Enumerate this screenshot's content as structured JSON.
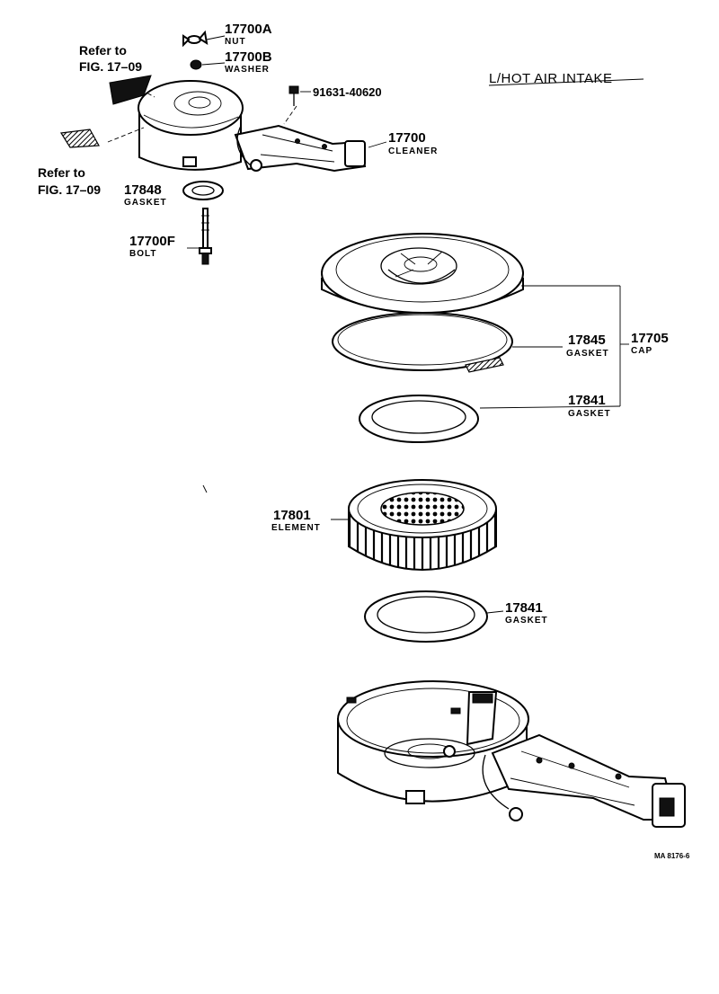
{
  "title": "L/HOT AIR INTAKE",
  "footer_code": "MA 8176-6",
  "refs": {
    "ref1_line1": "Refer to",
    "ref1_line2": "FIG. 17–09",
    "ref2_line1": "Refer to",
    "ref2_line2": "FIG. 17–09"
  },
  "parts": {
    "nut": {
      "number": "17700A",
      "name": "NUT"
    },
    "washer": {
      "number": "17700B",
      "name": "WASHER"
    },
    "bolt_small": {
      "number": "91631-40620"
    },
    "cleaner": {
      "number": "17700",
      "name": "CLEANER"
    },
    "gasket_top": {
      "number": "17848",
      "name": "GASKET"
    },
    "bolt": {
      "number": "17700F",
      "name": "BOLT"
    },
    "cap_gasket": {
      "number": "17845",
      "name": "GASKET"
    },
    "cap": {
      "number": "17705",
      "name": "CAP"
    },
    "gasket_upper": {
      "number": "17841",
      "name": "GASKET"
    },
    "element": {
      "number": "17801",
      "name": "ELEMENT"
    },
    "gasket_lower": {
      "number": "17841",
      "name": "GASKET"
    }
  }
}
